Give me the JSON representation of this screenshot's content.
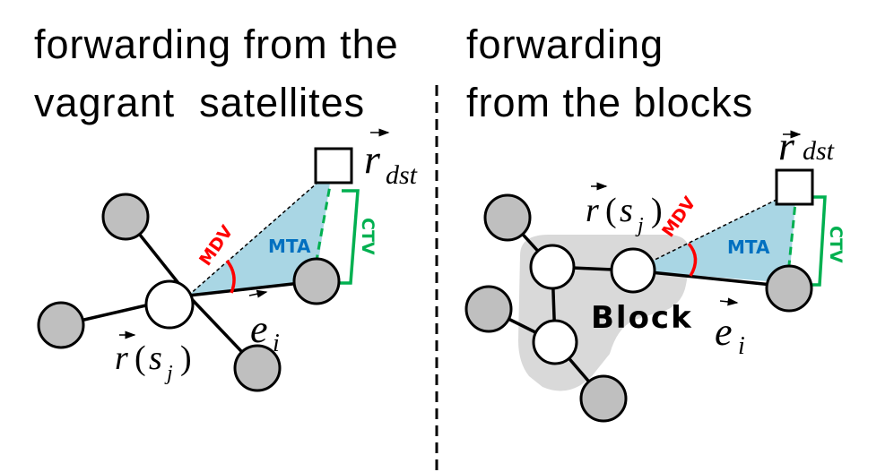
{
  "colors": {
    "area_fill": "#a9d6e4",
    "mdv": "#ff0000",
    "mta": "#0070c0",
    "ctv": "#00b050",
    "node_gray": "#bfbfbf",
    "block_bg": "#d9d9d9"
  },
  "left_panel": {
    "title_line1": "forwarding from the",
    "title_line2": "vagrant  satellites",
    "label_mdv": "MDV",
    "label_mta": "MTA",
    "label_ctv": "CTV",
    "dst_r": "r",
    "dst_sub": "dst",
    "vec_r": "r",
    "vec_open": "(",
    "vec_s": "s",
    "vec_j": "j",
    "vec_close": ")",
    "edge_e": "e",
    "edge_i": "i"
  },
  "right_panel": {
    "title_line1": "forwarding",
    "title_line2": "from the blocks",
    "label_mdv": "MDV",
    "label_mta": "MTA",
    "label_ctv": "CTV",
    "block_label": "Block",
    "dst_r": "r",
    "dst_sub": "dst",
    "vec_r": "r",
    "vec_open": "(",
    "vec_s": "s",
    "vec_j": "j",
    "vec_close": ")",
    "edge_e": "e",
    "edge_i": "i"
  }
}
